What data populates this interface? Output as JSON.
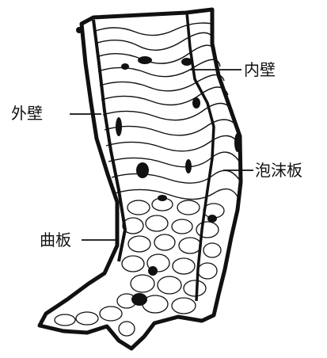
{
  "labels": {
    "inner_wall": "内壁",
    "outer_wall": "外壁",
    "foam_plate": "泡沫板",
    "curved_plate": "曲板"
  },
  "colors": {
    "ink": "#111111",
    "paper": "#ffffff"
  }
}
